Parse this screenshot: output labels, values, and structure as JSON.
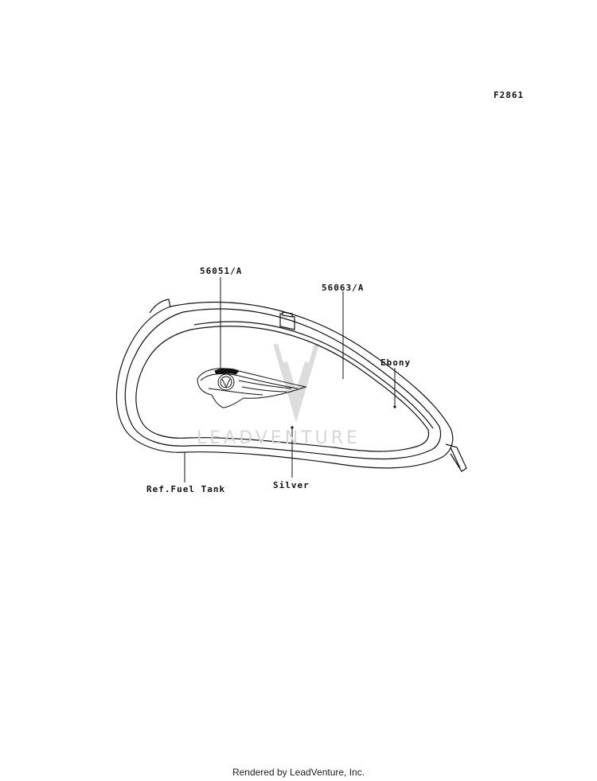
{
  "figure_id": "F2861",
  "watermark": "LEADVENTURE",
  "callouts": {
    "emblem_part": "56051/A",
    "stripe_part": "56063/A",
    "ebony": "Ebony",
    "ref_fuel_tank": "Ref.Fuel Tank",
    "silver": "Silver"
  },
  "footer": "Rendered by LeadVenture, Inc.",
  "colors": {
    "line": "#111111",
    "watermark": "#d9d9d9"
  }
}
